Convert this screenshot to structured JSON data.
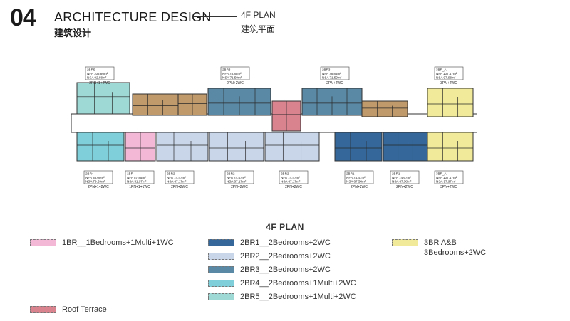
{
  "header": {
    "section_number": "04",
    "title": "ARCHITECTURE DESIGN",
    "subtitle_cn": "建筑设计",
    "plan_label": "4F PLAN",
    "plan_label_cn": "建筑平面"
  },
  "plan": {
    "title": "4F PLAN",
    "top_tags": [
      {
        "l1": "2BR5",
        "l2": "NFA 102.80m²",
        "l3": "NSA 92.88m²",
        "below": "2PN+1+2WC"
      },
      {
        "l1": "2BR3",
        "l2": "NFA 78.85m²",
        "l3": "NSA 71.59m²",
        "below": "2PN+2WC"
      },
      {
        "l1": "2BR3",
        "l2": "NFA 78.85m²",
        "l3": "NSA 71.59m²",
        "below": "2PN+2WC"
      },
      {
        "l1": "3BR_A",
        "l2": "NFA 107.47m²",
        "l3": "NSA 97.98m²",
        "below": "3PN+2WC"
      }
    ],
    "bottom_tags": [
      {
        "l1": "2BR4",
        "l2": "NFA 88.00m²",
        "l3": "NSA 79.39m²",
        "below": "2PN+1+2WC"
      },
      {
        "l1": "1BR",
        "l2": "NFA 57.85m²",
        "l3": "NSA 51.97m²",
        "below": "1PN+1+1WC"
      },
      {
        "l1": "2BR2",
        "l2": "NFA 74.47m²",
        "l3": "NSA 67.17m²",
        "below": "2PN+2WC"
      },
      {
        "l1": "2BR2",
        "l2": "NFA 74.47m²",
        "l3": "NSA 67.17m²",
        "below": "2PN+2WC"
      },
      {
        "l1": "2BR2",
        "l2": "NFA 74.47m²",
        "l3": "NSA 67.17m²",
        "below": "2PN+2WC"
      },
      {
        "l1": "2BR1",
        "l2": "NFA 74.47m²",
        "l3": "NSA 67.58m²",
        "below": "2PN+2WC"
      },
      {
        "l1": "2BR1",
        "l2": "NFA 74.67m²",
        "l3": "NSA 67.58m²",
        "below": "2PN+2WC"
      },
      {
        "l1": "3BR_A",
        "l2": "NFA 107.47m²",
        "l3": "NSA 97.97m²",
        "below": "3PN+2WC"
      }
    ]
  },
  "colors": {
    "1br": "#f3b8d6",
    "2br1": "#35679a",
    "2br2": "#c9d6ea",
    "2br3": "#5a89a6",
    "2br4": "#7ecfd9",
    "2br5": "#9fd9d5",
    "3br": "#f1ea9a",
    "roof": "#d9838f",
    "core": "#c19a6b",
    "corridor": "#e8b3bf"
  },
  "legend": {
    "1br": "1BR__1Bedrooms+1Multi+1WC",
    "2br1": "2BR1__2Bedrooms+2WC",
    "2br2": "2BR2__2Bedrooms+2WC",
    "2br3": "2BR3__2Bedrooms+2WC",
    "2br4": "2BR4__2Bedrooms+1Multi+2WC",
    "2br5": "2BR5__2Bedrooms+1Multi+2WC",
    "3br_l1": "3BR  A&B",
    "3br_l2": "3Bedrooms+2WC",
    "roof": "Roof Terrace"
  }
}
